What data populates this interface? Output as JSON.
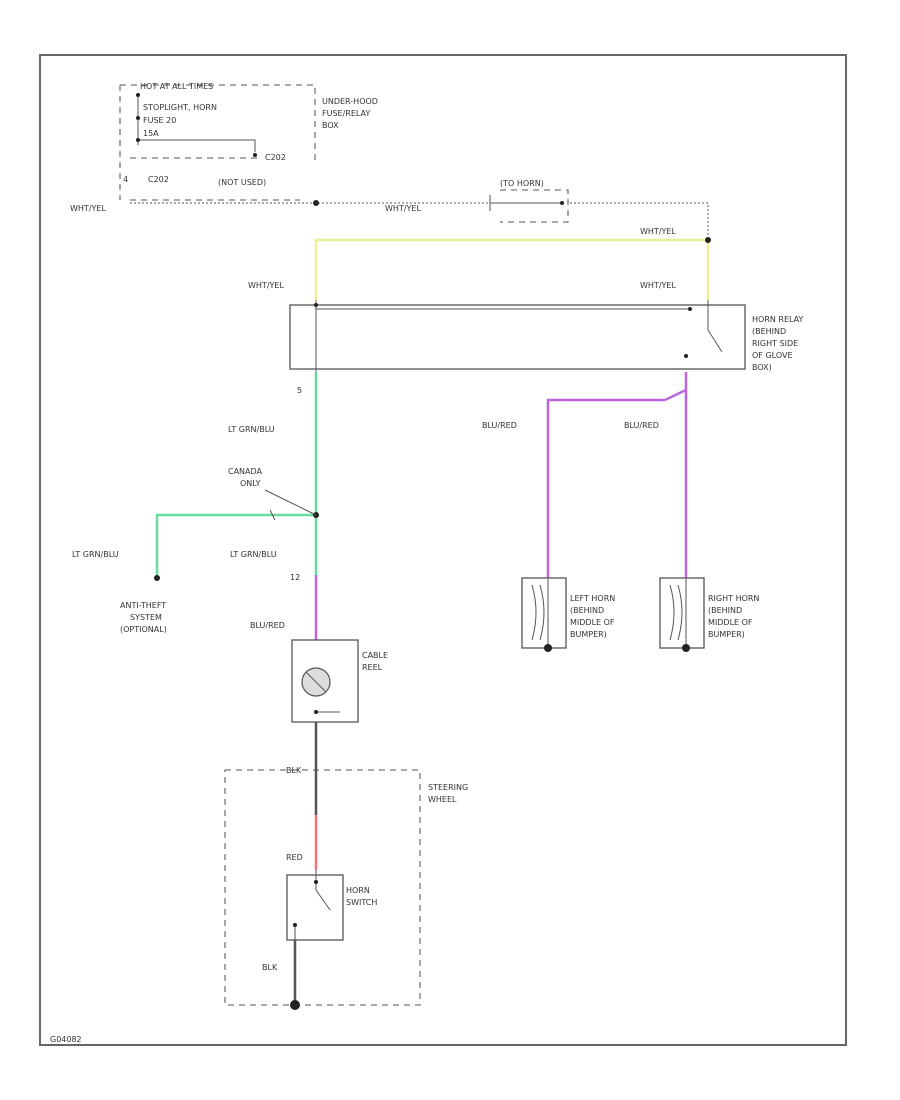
{
  "fuse_box": {
    "line1": "HOT AT ALL TIMES",
    "line2": "STOPLIGHT, HORN",
    "line3": "FUSE 20",
    "line4": "15A",
    "pin": "C202",
    "name_lines": [
      "UNDER-HOOD",
      "FUSE/RELAY",
      "BOX"
    ],
    "connector": "C202",
    "pin_number": "4"
  },
  "labels": {
    "not_used": "(NOT USED)",
    "wht_yel_left": "WHT/YEL",
    "wht_yel_mid": "WHT/YEL",
    "wht_yel_right_top": "WHT/YEL",
    "wht_yel_relay_left": "WHT/YEL",
    "wht_yel_relay_right": "WHT/YEL",
    "to_horn": "(TO HORN)",
    "lt_grn_blu_1": "LT GRN/BLU",
    "lt_grn_blu_2": "LT GRN/BLU",
    "lt_grn_blu_3": "LT GRN/BLU",
    "canada_only": [
      "CANADA",
      "ONLY"
    ],
    "blu_red_1": "BLU/RED",
    "blu_red_2": "BLU/RED",
    "blu_red_3": "BLU/RED",
    "blk_top": "BLK",
    "red": "RED",
    "blk_bottom": "BLK",
    "pin_5": "5",
    "pin_12": "12",
    "figure_id": "G04082"
  },
  "horn_relay": {
    "lines": [
      "HORN RELAY",
      "(BEHIND",
      "RIGHT SIDE",
      "OF GLOVE",
      "BOX)"
    ]
  },
  "anti_theft": {
    "lines": [
      "ANTI-THEFT",
      "SYSTEM",
      "(OPTIONAL)"
    ]
  },
  "cable_reel": {
    "lines": [
      "CABLE",
      "REEL"
    ]
  },
  "steering_wheel": {
    "lines": [
      "STEERING",
      "WHEEL"
    ]
  },
  "horn_switch": {
    "lines": [
      "HORN",
      "SWITCH"
    ]
  },
  "left_horn": {
    "lines": [
      "LEFT HORN",
      "(BEHIND",
      "MIDDLE OF",
      "BUMPER)"
    ]
  },
  "right_horn": {
    "lines": [
      "RIGHT HORN",
      "(BEHIND",
      "MIDDLE OF",
      "BUMPER)"
    ]
  },
  "colors": {
    "wht_yel": "#eeee99",
    "lt_grn_blu": "#66dd99",
    "blu_red": "#bb66dd",
    "blk": "#555555",
    "red": "#ee7777"
  }
}
